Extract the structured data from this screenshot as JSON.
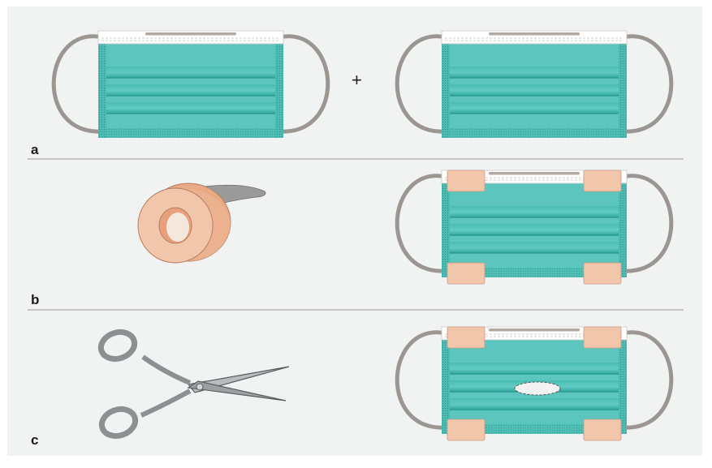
{
  "panels": {
    "a": {
      "label": "a",
      "operator": "+"
    },
    "b": {
      "label": "b"
    },
    "c": {
      "label": "c"
    }
  },
  "colors": {
    "background": "#f1f2f2",
    "mask_teal": "#5cc6be",
    "mask_pleat": "#3fb0a7",
    "ear_loop": "#9b9691",
    "tape_skin": "#f2c6aa",
    "tape_core": "#e6a07c",
    "scissors_metal": "#a9acaf"
  },
  "icons": [
    "face-mask-icon",
    "adhesive-tape-roll-icon",
    "scissors-icon"
  ]
}
